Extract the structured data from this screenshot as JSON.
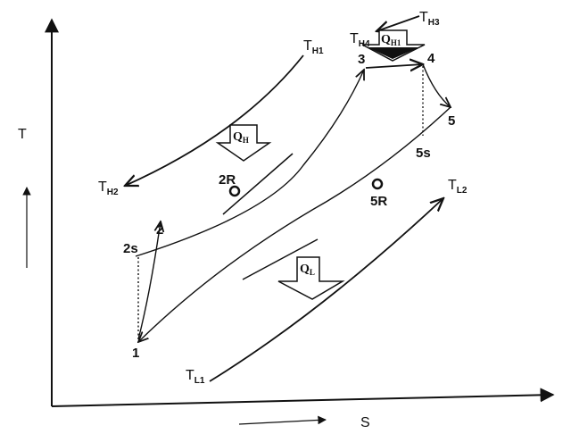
{
  "axes": {
    "y_label": "T",
    "x_label": "S"
  },
  "states": {
    "s1": "1",
    "s2": "2",
    "s2s": "2s",
    "s2R": "2R",
    "s3": "3",
    "s4": "4",
    "s5": "5",
    "s5s": "5s",
    "s5R": "5R"
  },
  "heat": {
    "qh": {
      "main": "Q",
      "sub": "H"
    },
    "qh1": {
      "main": "Q",
      "sub": "H1"
    },
    "ql": {
      "main": "Q",
      "sub": "L"
    }
  },
  "temps": {
    "th1": {
      "main": "T",
      "sub": "H1"
    },
    "th2": {
      "main": "T",
      "sub": "H2"
    },
    "th3": {
      "main": "T",
      "sub": "H3"
    },
    "th4": {
      "main": "T",
      "sub": "H4"
    },
    "tl1": {
      "main": "T",
      "sub": "L1"
    },
    "tl2": {
      "main": "T",
      "sub": "L2"
    }
  }
}
